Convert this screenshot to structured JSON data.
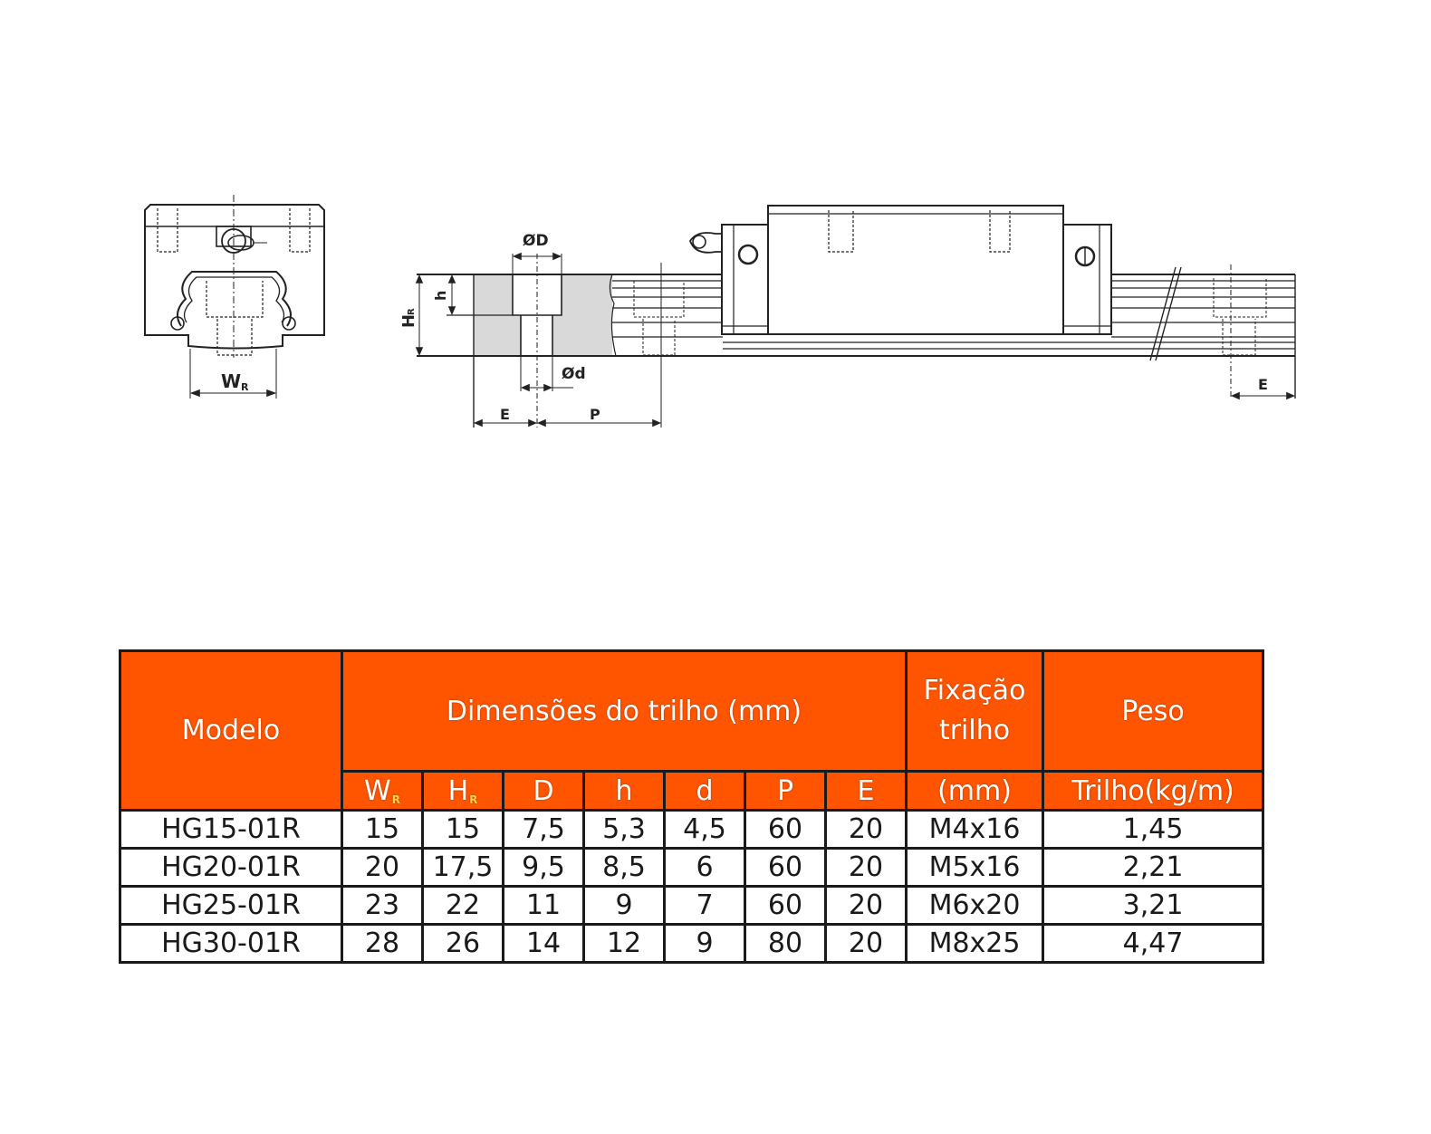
{
  "drawing": {
    "front_view": {
      "dimension_labels": {
        "width": "W",
        "width_sub": "R"
      }
    },
    "section_view": {
      "dimension_labels": {
        "counterbore_diameter": "ØD",
        "hole_diameter": "Ød",
        "counterbore_depth": "h",
        "rail_height": "H",
        "rail_height_sub": "R",
        "end_distance": "E",
        "pitch": "P"
      }
    },
    "side_view": {
      "dimension_labels": {
        "end_distance": "E"
      }
    }
  },
  "table": {
    "header": {
      "model": "Modelo",
      "dimensions_group": "Dimensões do trilho (mm)",
      "fixing_line1": "Fixação",
      "fixing_line2": "trilho",
      "fixing_unit": "(mm)",
      "weight": "Peso",
      "weight_unit": "Trilho(kg/m)",
      "dimension_columns": [
        {
          "label": "W",
          "sub": "R"
        },
        {
          "label": "H",
          "sub": "R"
        },
        {
          "label": "D",
          "sub": ""
        },
        {
          "label": "h",
          "sub": ""
        },
        {
          "label": "d",
          "sub": ""
        },
        {
          "label": "P",
          "sub": ""
        },
        {
          "label": "E",
          "sub": ""
        }
      ]
    },
    "rows": [
      {
        "model": "HG15-01R",
        "WR": "15",
        "HR": "15",
        "D": "7,5",
        "h": "5,3",
        "d": "4,5",
        "P": "60",
        "E": "20",
        "fixing": "M4x16",
        "weight": "1,45"
      },
      {
        "model": "HG20-01R",
        "WR": "20",
        "HR": "17,5",
        "D": "9,5",
        "h": "8,5",
        "d": "6",
        "P": "60",
        "E": "20",
        "fixing": "M5x16",
        "weight": "2,21"
      },
      {
        "model": "HG25-01R",
        "WR": "23",
        "HR": "22",
        "D": "11",
        "h": "9",
        "d": "7",
        "P": "60",
        "E": "20",
        "fixing": "M6x20",
        "weight": "3,21"
      },
      {
        "model": "HG30-01R",
        "WR": "28",
        "HR": "26",
        "D": "14",
        "h": "12",
        "d": "9",
        "P": "80",
        "E": "20",
        "fixing": "M8x25",
        "weight": "4,47"
      }
    ]
  },
  "colors": {
    "header_bg": "#ff5500",
    "header_text": "#ffffff",
    "border": "#1a1a1a",
    "section_fill": "#d9d9d9"
  }
}
